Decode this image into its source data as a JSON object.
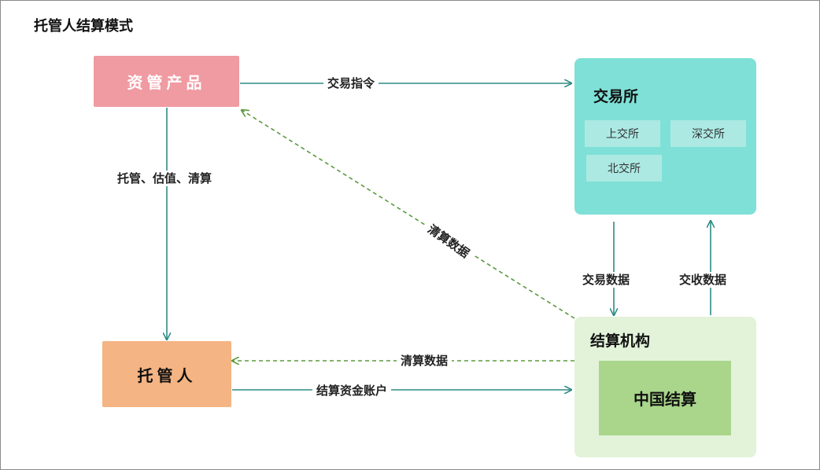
{
  "title": "托管人结算模式",
  "nodes": {
    "asset_product": "资管产品",
    "custodian": "托管人",
    "exchange": {
      "title": "交易所",
      "members": [
        "上交所",
        "深交所",
        "北交所"
      ]
    },
    "clearing": {
      "title": "结算机构",
      "member": "中国结算"
    }
  },
  "edges": {
    "trade_instruction": "交易指令",
    "custody_valuation_settlement": "托管、估值、清算",
    "clearing_data_diagonal": "清算数据",
    "clearing_data_horizontal": "清算数据",
    "settlement_account": "结算资金账户",
    "trade_data": "交易数据",
    "delivery_data": "交收数据"
  },
  "colors": {
    "solid_arrow": "#2e8b86",
    "dashed_arrow": "#5a9a3c",
    "asset_product": "#f09aa2",
    "custodian": "#f4b483",
    "exchange": "#7fe0d7",
    "exchange_member": "#ace9e3",
    "clearing": "#e2f3da",
    "csdc": "#a9d68b"
  }
}
